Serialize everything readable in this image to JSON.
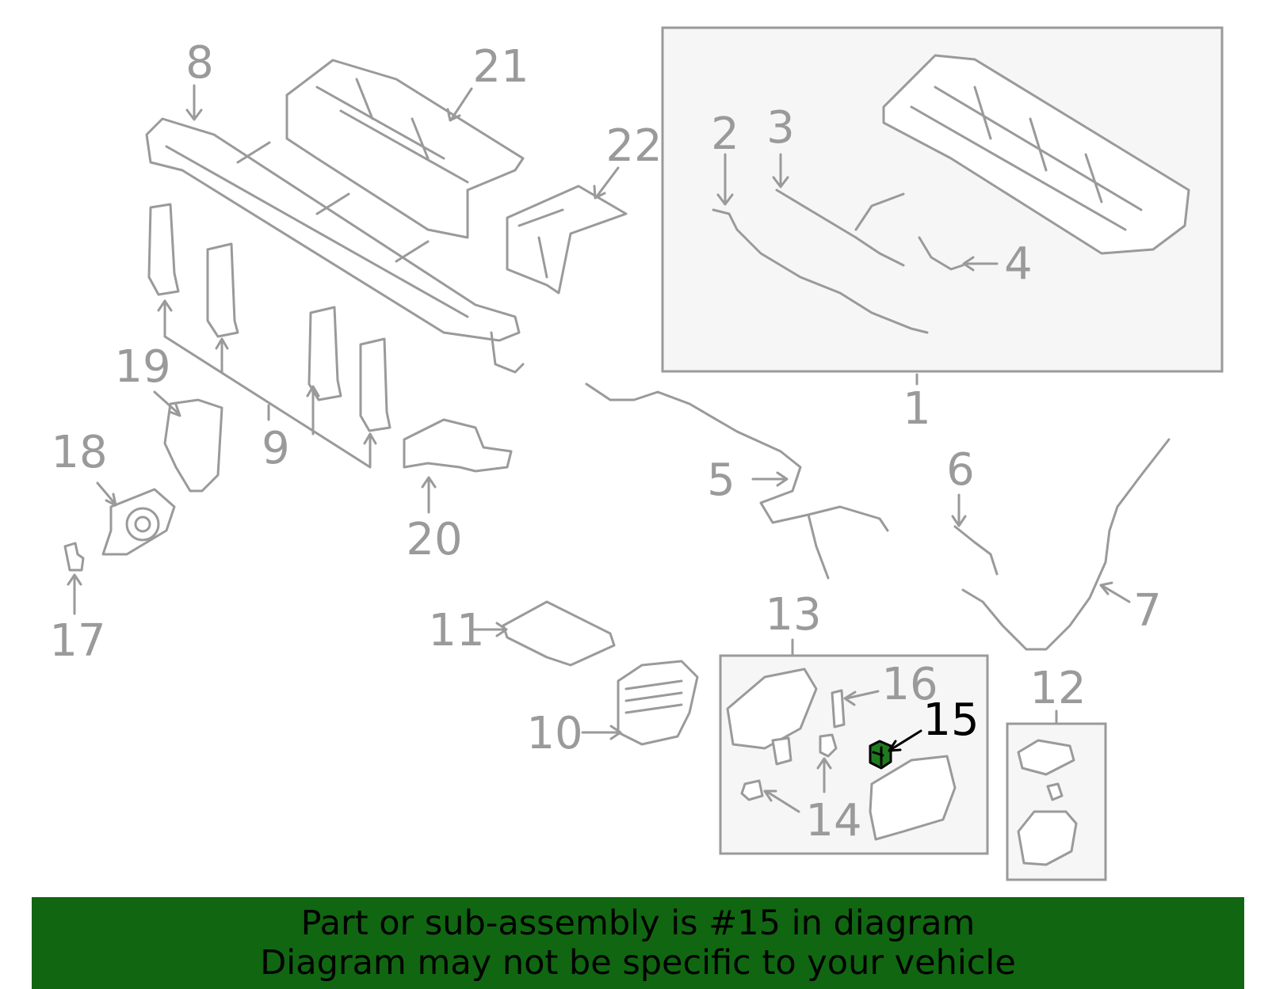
{
  "diagram": {
    "callouts": {
      "c1": "1",
      "c2": "2",
      "c3": "3",
      "c4": "4",
      "c5": "5",
      "c6": "6",
      "c7": "7",
      "c8": "8",
      "c9": "9",
      "c10": "10",
      "c11": "11",
      "c12": "12",
      "c13": "13",
      "c14": "14",
      "c15": "15",
      "c16": "16",
      "c17": "17",
      "c18": "18",
      "c19": "19",
      "c20": "20",
      "c21": "21",
      "c22": "22"
    },
    "highlighted_part": "15",
    "colors": {
      "line": "#9a9a9a",
      "highlight_part": "#1f7a1f",
      "highlight_label": "#000000",
      "banner_background": "#116611",
      "banner_text": "#000000"
    }
  },
  "banner": {
    "line1": "Part or sub-assembly is #15 in diagram",
    "line2": "Diagram may not be specific to your vehicle"
  }
}
